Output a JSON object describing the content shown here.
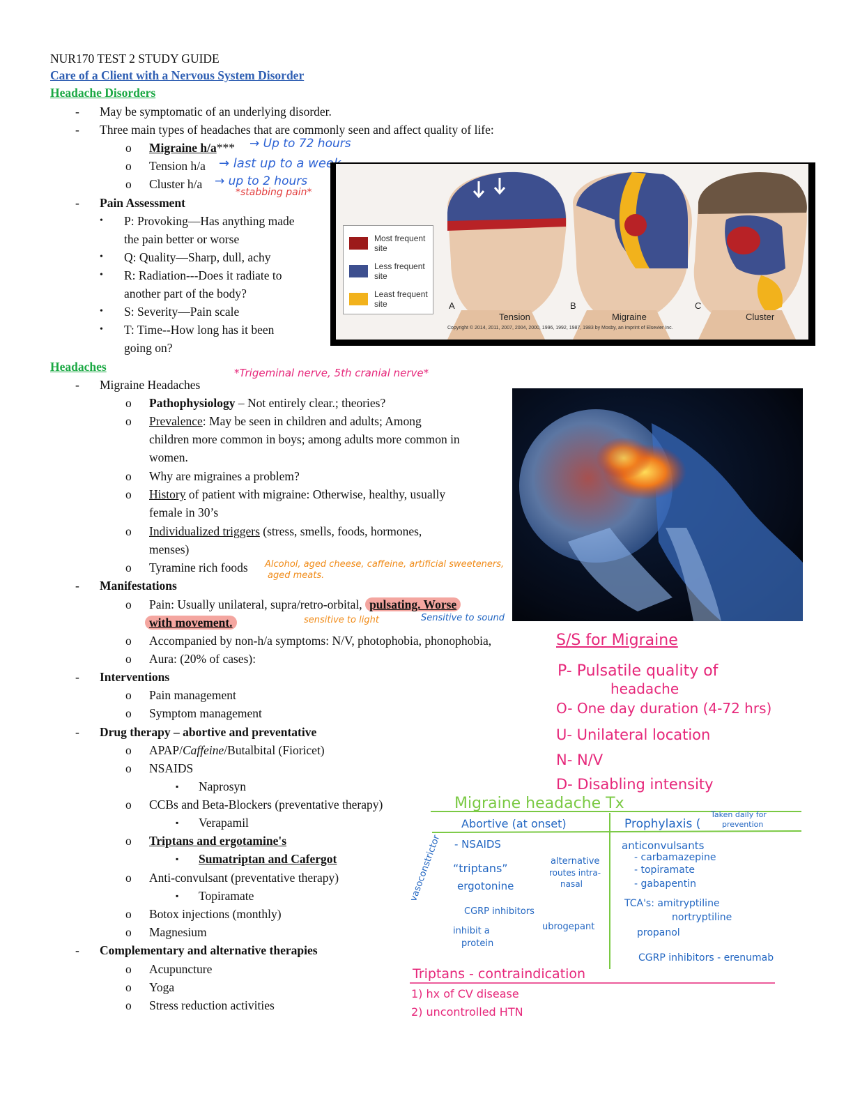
{
  "doc": {
    "title": "NUR170 TEST 2 STUDY GUIDE",
    "subtitle": "Care of a Client with a Nervous System Disorder",
    "section1": "Headache Disorders",
    "s1_l1": "May be symptomatic of an underlying disorder.",
    "s1_l2": "Three main types of headaches that are commonly seen and affect quality of life:",
    "migraine": "Migraine h/a",
    "stars": "***",
    "tension": "Tension h/a",
    "cluster": "Cluster h/a",
    "pain_assessment": "Pain Assessment",
    "p1": "P: Provoking—Has anything made",
    "p2": "the pain better or worse",
    "q": "Q: Quality—Sharp, dull, achy",
    "r1": "R: Radiation---Does it radiate to",
    "r2": "another part of the body?",
    "s": "S: Severity—Pain scale",
    "t1": "T: Time--How long has it been",
    "t2": "going on?",
    "section2": "Headaches",
    "mh": "Migraine Headaches",
    "patho_label": "Pathophysiology",
    "patho_text": " – Not entirely clear.; theories?",
    "prev_label": "Prevalence",
    "prev_text1": ": May be seen in children and adults; Among",
    "prev_text2": "children more common in boys; among adults more common in",
    "prev_text3": "women.",
    "why": "Why are migraines a problem?",
    "hist_label": "History",
    "hist_text1": " of patient with migraine: Otherwise, healthy, usually",
    "hist_text2": "female in 30’s",
    "trig_label": "Individualized triggers",
    "trig_text1": " (stress, smells, foods, hormones,",
    "trig_text2": "menses)",
    "tyramine": "Tyramine rich foods",
    "manifestations": "Manifestations",
    "pain_text": "Pain: Usually unilateral, supra/retro-orbital,",
    "pain_hl1": "pulsating. Worse",
    "pain_hl2": "with movement.",
    "accompanied": "Accompanied by non-h/a symptoms: N/V, photophobia, phonophobia,",
    "aura": "Aura: (20% of cases):",
    "interventions": "Interventions",
    "pain_mgmt": "Pain management",
    "symptom_mgmt": "Symptom management",
    "drug": "Drug therapy – abortive and preventative",
    "apap1": "APAP/",
    "apap2": "Caffeine",
    "apap3": "/Butalbital (Fioricet)",
    "nsaids": "NSAIDS",
    "naprosyn": "Naprosyn",
    "ccbs": "CCBs and Beta-Blockers (preventative therapy)",
    "verapamil": "Verapamil",
    "triptans": "Triptans and ergotamine's",
    "suma": "Sumatriptan and Cafergot",
    "anticonv": "Anti-convulsant (preventative therapy)",
    "topiramate": "Topiramate",
    "botox": "Botox injections (monthly)",
    "magnesium": "Magnesium",
    "complementary": "Complementary and alternative therapies",
    "acupuncture": "Acupuncture",
    "yoga": "Yoga",
    "stress": "Stress reduction activities",
    "dash": "-",
    "circle": "o",
    "bullet": "•",
    "square": "▪"
  },
  "notes": {
    "n_migraine": "→ Up to 72 hours",
    "n_tension": "→ last up to a week",
    "n_cluster": "→ up to 2 hours",
    "n_stab": "*stabbing pain*",
    "n_trigeminal": "*Trigeminal nerve, 5th cranial nerve*",
    "n_alcohol1": "Alcohol, aged cheese, caffeine, artificial sweeteners,",
    "n_alcohol2": "aged meats.",
    "n_light": "sensitive to light",
    "n_sound": "Sensitive to sound",
    "ss_title": "S/S for Migraine",
    "ss_p1": "P- Pulsatile quality of",
    "ss_p2": "headache",
    "ss_o": "O- One day duration (4-72 hrs)",
    "ss_u": "U- Unilateral location",
    "ss_n": "N- N/V",
    "ss_d": "D- Disabling intensity",
    "tx_title": "Migraine headache Tx",
    "abortive": "Abortive (at onset)",
    "prophylaxis": "Prophylaxis (",
    "prophylaxis_note1": "Taken daily for",
    "prophylaxis_note2": "prevention",
    "a_nsaids": "- NSAIDS",
    "a_triptans": "“triptans”",
    "a_ergot": "ergotonine",
    "a_alt1": "alternative",
    "a_alt2": "routes intra-",
    "a_alt3": "nasal",
    "a_vaso": "vasoconstrictor",
    "a_cgrp": "CGRP inhibitors",
    "a_inhibit1": "inhibit a",
    "a_inhibit2": "protein",
    "a_ubro": "ubrogepant",
    "p_anti": "anticonvulsants",
    "p_carb": "- carbamazepine",
    "p_topi": "- topiramate",
    "p_gaba": "- gabapentin",
    "p_tca": "TCA's: amitryptiline",
    "p_nort": "nortryptiline",
    "p_prop": "propanol",
    "p_cgrp": "CGRP inhibitors - erenumab",
    "ci_title": "Triptans - contraindication",
    "ci_1": "1) hx of CV disease",
    "ci_2": "2) uncontrolled HTN"
  },
  "figure": {
    "legend_most": "Most frequent site",
    "legend_less": "Less frequent site",
    "legend_least": "Least frequent site",
    "label_a": "A",
    "label_b": "B",
    "label_c": "C",
    "cap_tension": "Tension",
    "cap_migraine": "Migraine",
    "cap_cluster": "Cluster",
    "copyright": "Copyright © 2014, 2011, 2007, 2004, 2000, 1996, 1992, 1987, 1983 by Mosby, an imprint of Elsevier Inc.",
    "colors": {
      "most": "#9c1a1a",
      "less": "#3d4f8f",
      "least": "#f2b21c"
    }
  }
}
